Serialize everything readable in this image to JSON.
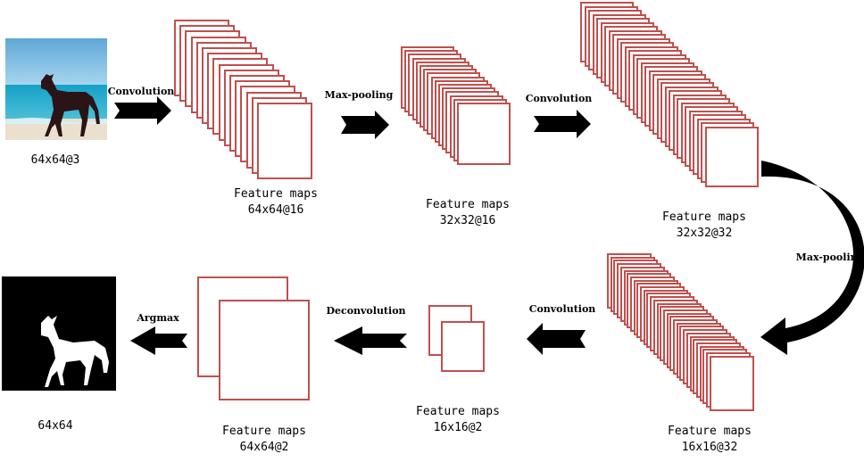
{
  "input": {
    "dim_label": "64x64@3"
  },
  "output": {
    "dim_label": "64x64"
  },
  "layers": [
    {
      "id": "conv1",
      "title": "Feature maps",
      "dims": "64x64@16"
    },
    {
      "id": "pool1",
      "title": "Feature maps",
      "dims": "32x32@16"
    },
    {
      "id": "conv2",
      "title": "Feature maps",
      "dims": "32x32@32"
    },
    {
      "id": "pool2",
      "title": "Feature maps",
      "dims": "16x16@32"
    },
    {
      "id": "deconv",
      "title": "Feature maps",
      "dims": "16x16@2"
    },
    {
      "id": "up",
      "title": "Feature maps",
      "dims": "64x64@2"
    }
  ],
  "operations": {
    "conv1": "Convolution",
    "pool1": "Max-pooling",
    "conv2": "Convolution",
    "pool2": "Max-pooling",
    "conv3": "Convolution",
    "deconv": "Deconvolution",
    "argmax": "Argmax"
  },
  "colors": {
    "map_border": "#c0504d",
    "arrow": "#000000"
  }
}
